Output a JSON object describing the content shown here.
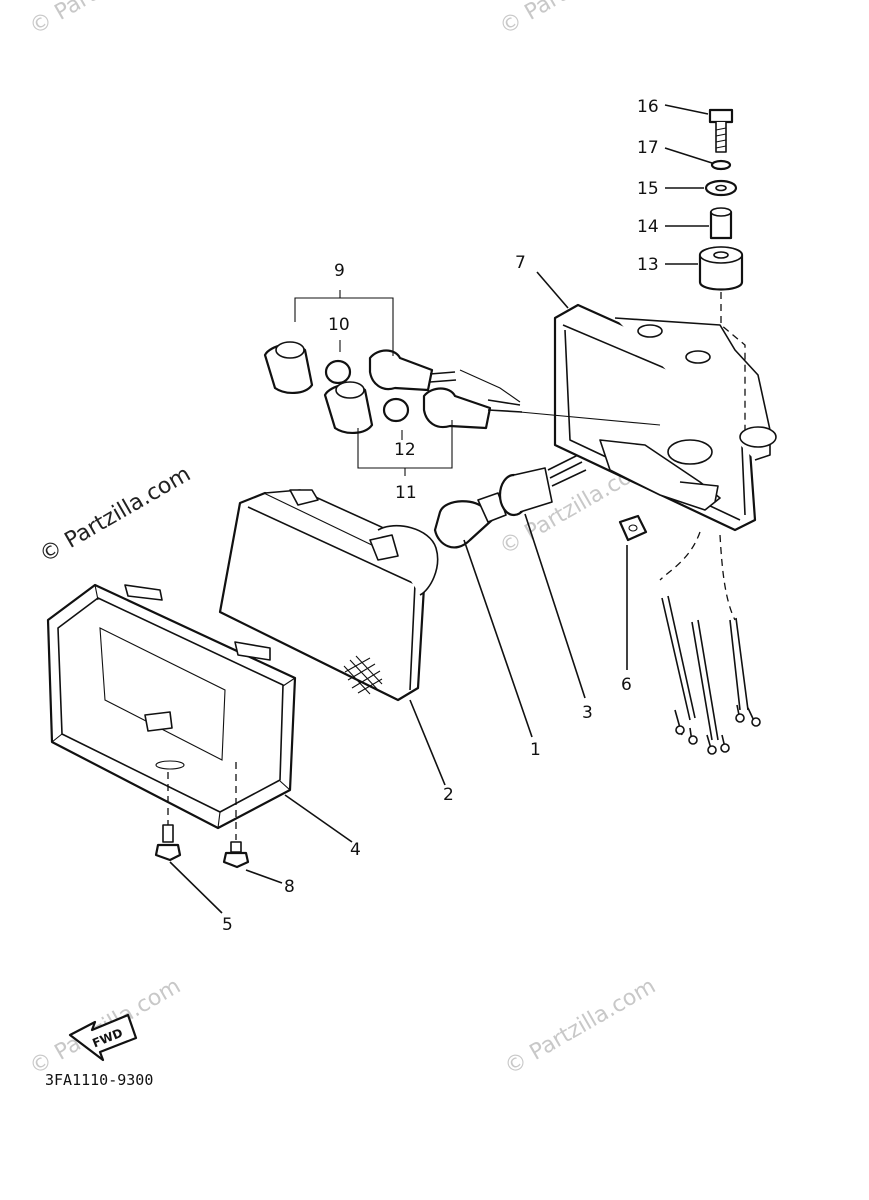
{
  "diagram": {
    "callouts": [
      "1",
      "2",
      "3",
      "4",
      "5",
      "6",
      "7",
      "8",
      "9",
      "10",
      "11",
      "12",
      "13",
      "14",
      "15",
      "16",
      "17"
    ],
    "part_code": "3FA1110-9300",
    "fwd_label": "FWD"
  },
  "watermarks": {
    "main": "© Partzilla.com",
    "faint": "© Partzilla.com"
  }
}
